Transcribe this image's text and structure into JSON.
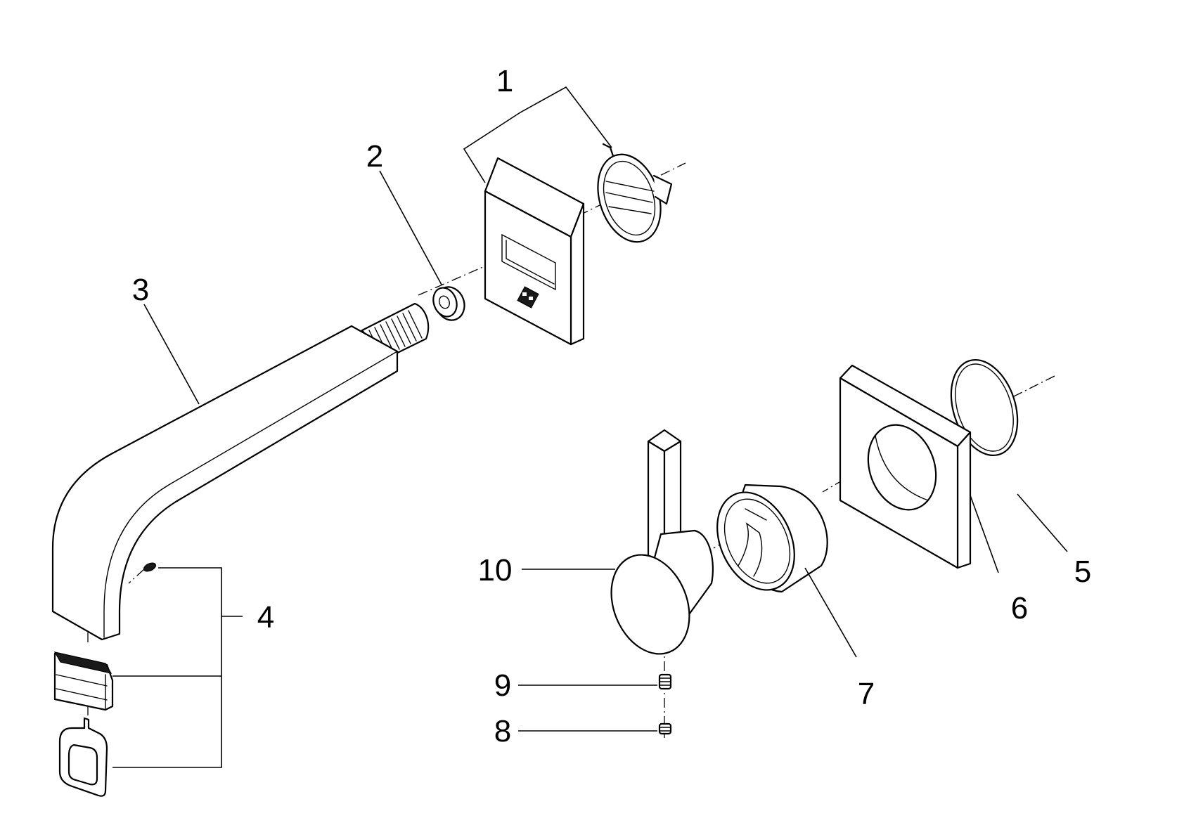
{
  "callouts": [
    "1",
    "2",
    "3",
    "4",
    "5",
    "6",
    "7",
    "8",
    "9",
    "10"
  ],
  "colors": {
    "line": "#000000",
    "background": "#ffffff"
  }
}
